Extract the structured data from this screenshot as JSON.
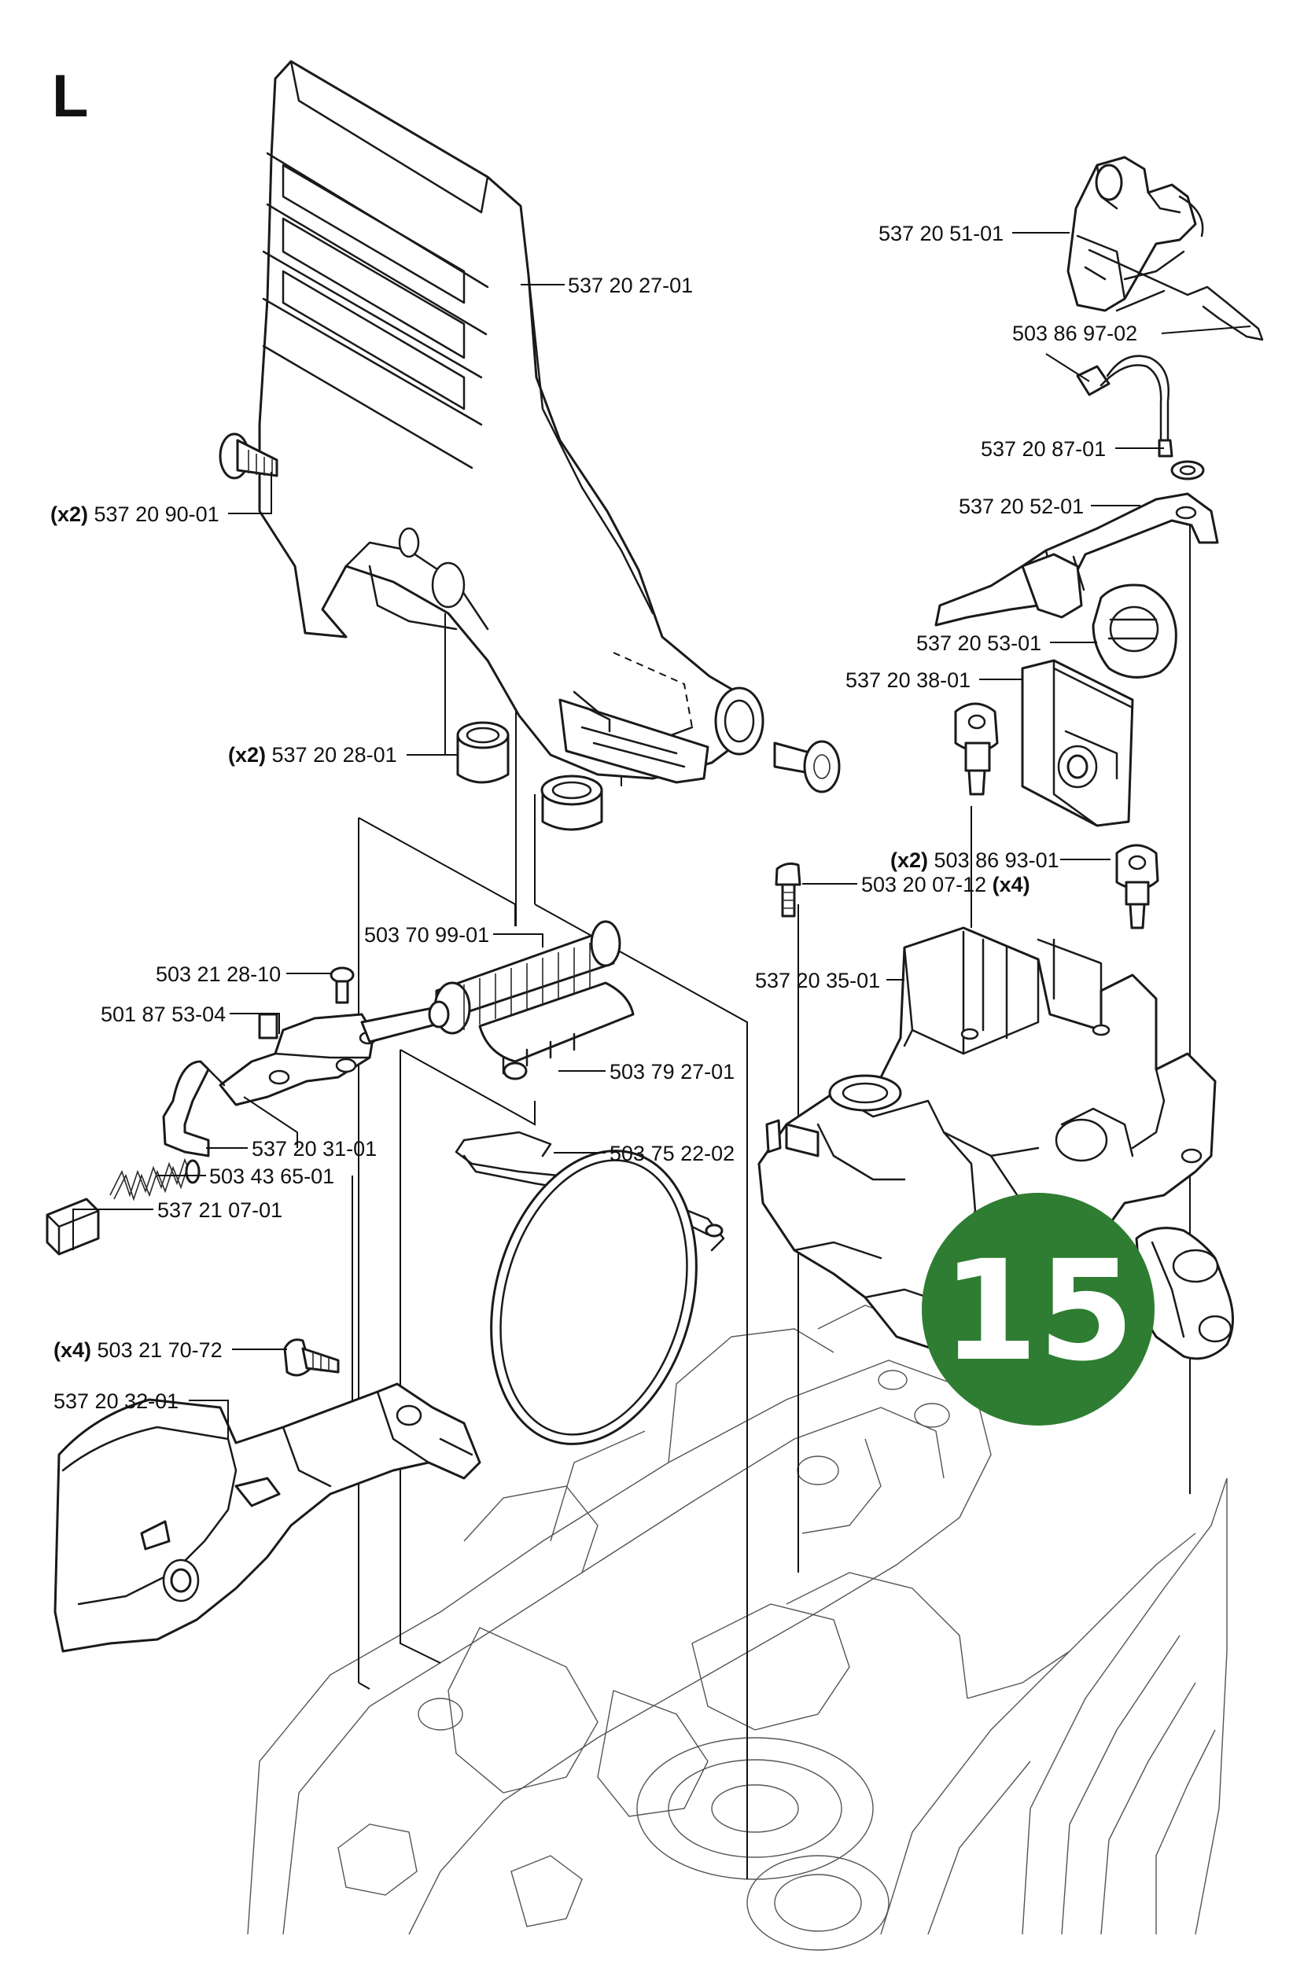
{
  "section": {
    "letter": "L"
  },
  "badge": {
    "number": "15",
    "color": "#2e7d32"
  },
  "parts": [
    {
      "id": "p1",
      "number": "537 20 27-01",
      "qty": ""
    },
    {
      "id": "p2",
      "number": "537 20 90-01",
      "qty": "(x2)"
    },
    {
      "id": "p3",
      "number": "537 20 28-01",
      "qty": "(x2)"
    },
    {
      "id": "p4",
      "number": "537 20 51-01",
      "qty": ""
    },
    {
      "id": "p5",
      "number": "503 86 97-02",
      "qty": ""
    },
    {
      "id": "p6",
      "number": "537 20 87-01",
      "qty": ""
    },
    {
      "id": "p7",
      "number": "537 20 52-01",
      "qty": ""
    },
    {
      "id": "p8",
      "number": "537 20 53-01",
      "qty": ""
    },
    {
      "id": "p9",
      "number": "537 20 38-01",
      "qty": ""
    },
    {
      "id": "p10",
      "number": "503 86 93-01",
      "qty": "(x2)"
    },
    {
      "id": "p11",
      "number": "503 20 07-12",
      "qty": "(x4)"
    },
    {
      "id": "p12",
      "number": "537 20 35-01",
      "qty": ""
    },
    {
      "id": "p13",
      "number": "503 70 99-01",
      "qty": ""
    },
    {
      "id": "p14",
      "number": "503 21 28-10",
      "qty": ""
    },
    {
      "id": "p15",
      "number": "501 87 53-04",
      "qty": ""
    },
    {
      "id": "p16",
      "number": "503 79 27-01",
      "qty": ""
    },
    {
      "id": "p17",
      "number": "537 20 31-01",
      "qty": ""
    },
    {
      "id": "p18",
      "number": "503 75 22-02",
      "qty": ""
    },
    {
      "id": "p19",
      "number": "503 43 65-01",
      "qty": ""
    },
    {
      "id": "p20",
      "number": "537 21 07-01",
      "qty": ""
    },
    {
      "id": "p21",
      "number": "503 21 70-72",
      "qty": "(x4)"
    },
    {
      "id": "p22",
      "number": "537 20 32-01",
      "qty": ""
    }
  ]
}
